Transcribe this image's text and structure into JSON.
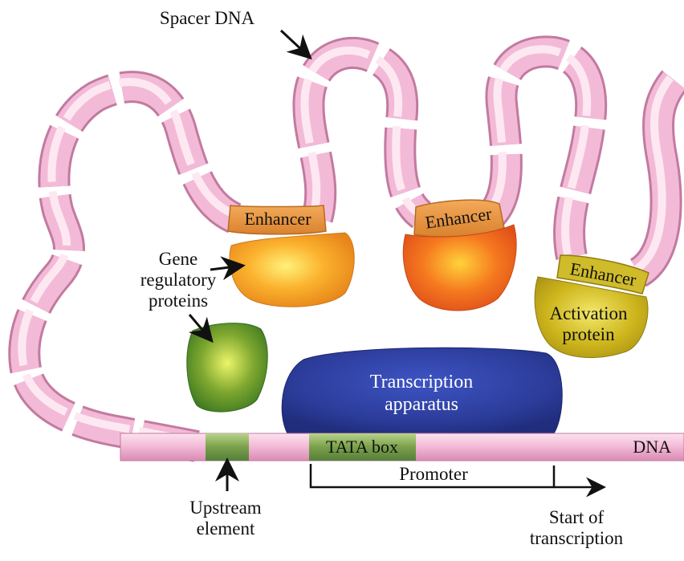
{
  "labels": {
    "spacer_dna": "Spacer DNA",
    "enhancer_1": "Enhancer",
    "enhancer_2": "Enhancer",
    "enhancer_3": "Enhancer",
    "gene_regulatory_line1": "Gene",
    "gene_regulatory_line2": "regulatory",
    "gene_regulatory_line3": "proteins",
    "activation_line1": "Activation",
    "activation_line2": "protein",
    "transcription_line1": "Transcription",
    "transcription_line2": "apparatus",
    "tata_box": "TATA box",
    "dna": "DNA",
    "promoter": "Promoter",
    "upstream_line1": "Upstream",
    "upstream_line2": "element",
    "start_line1": "Start of",
    "start_line2": "transcription"
  },
  "colors": {
    "dna_pink": "#f2b6d4",
    "dna_pink_light": "#fbe3ef",
    "dna_pink_dark": "#d98bb4",
    "enhancer_orange": "#e8963a",
    "green_element": "#7a9e4a",
    "orange_protein": "#f5a623",
    "red_orange_protein": "#f06a1c",
    "green_protein": "#4f8a2a",
    "yellow_protein": "#c9b21c",
    "blue_apparatus": "#2e3f9c"
  }
}
